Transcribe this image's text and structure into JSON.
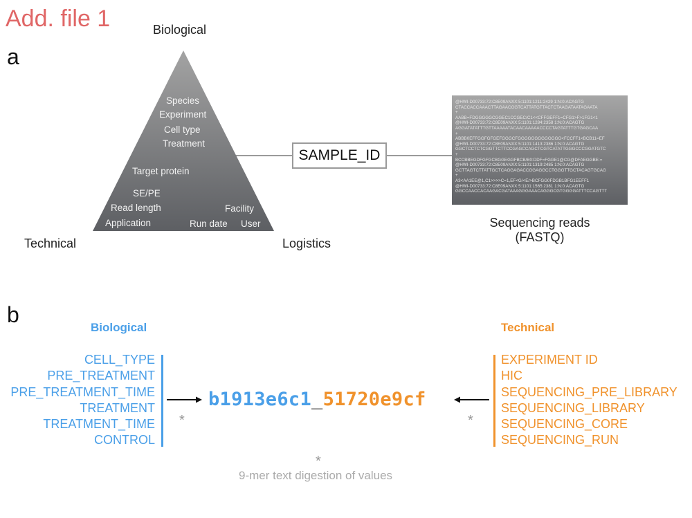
{
  "figure": {
    "title": "Add. file 1"
  },
  "panel_a": {
    "letter": "a",
    "vertices": {
      "top": "Biological",
      "left": "Technical",
      "right": "Logistics"
    },
    "triangle_items": {
      "biological": [
        "Species",
        "Experiment",
        "Cell type",
        "Treatment"
      ],
      "middle": [
        "Target protein"
      ],
      "technical": [
        "SE/PE",
        "Read length",
        "Application"
      ],
      "logistics": [
        "Facility",
        "Run date",
        "User"
      ]
    },
    "link_label": "SAMPLE_ID",
    "fastq": {
      "caption_line1": "Sequencing reads",
      "caption_line2": "(FASTQ)",
      "lines": [
        "@HWI-D00733:72:C8E09ANXX:5:1101:1211:2429 1:N:0:ACAGTG",
        "CTACCACCAAACTTAGAACGGTCATTATGTTACTCTAAGATAATAGAATA",
        "+",
        "AABB=FDGGGGGCGGEC1CCGEC/C1<<CFFGEFF1=CFG1>F>1FG1<1",
        "@HWI-D00733:72:C8E09ANXX:5:1101:1284:2358 1:N:0:ACAGTG",
        "AGGATATATTTGTTAAAAATACAACAAAAACCCCTAGTATTTGTGAGCAA",
        "+",
        "ABBB0EFFGGFGFGEFGGGCFGGGGGGGGGGGGG<FCCFF1<BCB11=EF",
        "@HWI-D00733:72:C8E09ANXX:5:1101:1413:2386 1:N:0:ACAGTG",
        "GGCTCCTCTCGGTTCTTCCGAGCCAGCTCGTCATATTGGGCCCGGATGTC",
        "+",
        "BCCBBEGDFGFGCBGGEGGFBCB/B0:DDF=FGGE1@CG@DFAEGGBE:=",
        "@HWI-D00733:72:C8E09ANXX:5:1101:1319:2485 1:N:0:ACAGTG",
        "GCTTAGTCTTATTGCTCAGGAGACCGGAGGCCTGGGTTGCTACAGTGCAG",
        "+",
        "A3<AA1EE@1,C1>>>>C=1,EF<G/<E/>BCFGG0FDGB1BFG1EEFF1",
        "@HWI-D00733:72:C8E09ANXX:5:1101:1565:2381 1:N:0:ACAGTG",
        "GGCCAACCACAAGACGATAAAGGGAAACAGGGCGTGGGGATTTCCAGTTT"
      ]
    }
  },
  "panel_b": {
    "letter": "b",
    "biological": {
      "header": "Biological",
      "items": [
        "CELL_TYPE",
        "PRE_TREATMENT",
        "PRE_TREATMENT_TIME",
        "TREATMENT",
        "TREATMENT_TIME",
        "CONTROL"
      ]
    },
    "technical": {
      "header": "Technical",
      "items": [
        "EXPERIMENT ID",
        "HIC",
        "SEQUENCING_PRE_LIBRARY",
        "SEQUENCING_LIBRARY",
        "SEQUENCING_CORE",
        "SEQUENCING_RUN"
      ]
    },
    "hash": {
      "biological_part": "b1913e6c1",
      "separator": "_",
      "technical_part": "51720e9cf"
    },
    "star_symbol": "*",
    "footnote": "9-mer text digestion of values"
  },
  "colors": {
    "title": "#e06666",
    "biological": "#4a9fe8",
    "technical": "#f0922c",
    "note": "#aaaaaa"
  }
}
